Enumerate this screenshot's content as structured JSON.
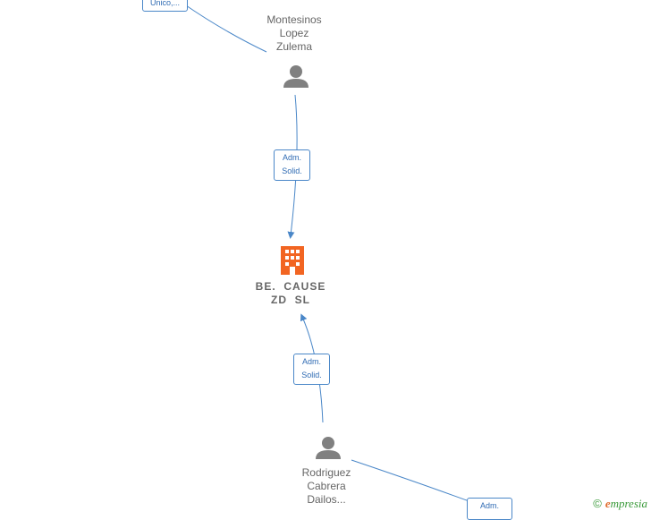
{
  "people": [
    {
      "id": "montesinos",
      "lines": [
        "Montesinos",
        "Lopez",
        "Zulema"
      ]
    },
    {
      "id": "rodriguez",
      "lines": [
        "Rodriguez",
        "Cabrera",
        "Dailos..."
      ]
    }
  ],
  "company": {
    "lines": [
      "BE.  CAUSE",
      "ZD  SL"
    ]
  },
  "edge_labels": {
    "top_partial": "Unico,...",
    "mid_upper": [
      "Adm.",
      "Solid."
    ],
    "mid_lower": [
      "Adm.",
      "Solid."
    ],
    "bottom_partial": "Adm."
  },
  "watermark": {
    "copyright": "©",
    "brand_initial": "e",
    "brand_rest": "mpresia"
  },
  "colors": {
    "edge": "#4a87c8",
    "company": "#f26522",
    "person": "#808080"
  }
}
